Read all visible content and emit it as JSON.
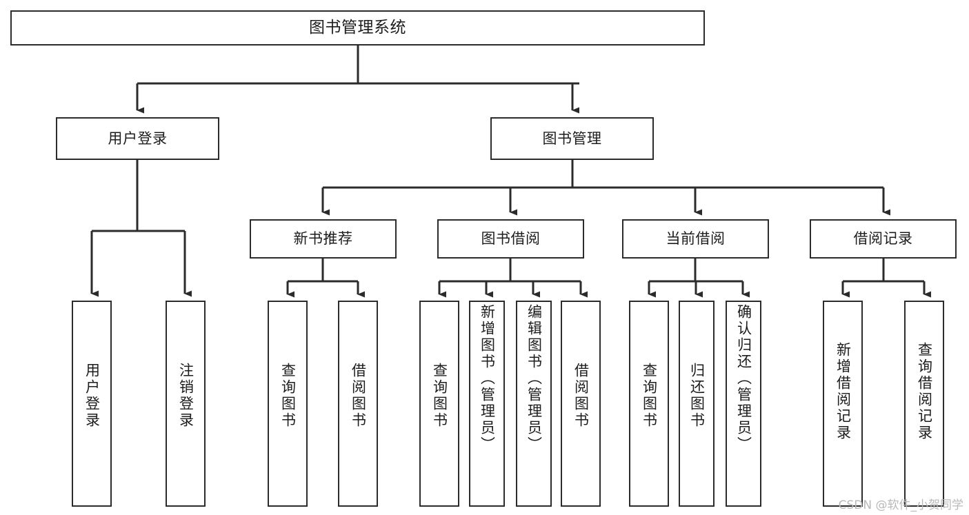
{
  "diagram": {
    "type": "tree-hierarchy-chart",
    "title": "图书管理系统",
    "background_color": "#ffffff",
    "line_color": "#2b2b2b",
    "box_border_color": "#2b2b2b",
    "text_color": "#1c1c1c",
    "levels": 4,
    "nodes": {
      "root": {
        "label": "图书管理系统",
        "level": 1
      },
      "user_login": {
        "label": "用户登录",
        "level": 2
      },
      "book_manage": {
        "label": "图书管理",
        "level": 2
      },
      "new_book_rec": {
        "label": "新书推荐",
        "level": 3
      },
      "book_borrow": {
        "label": "图书借阅",
        "level": 3
      },
      "current_borrow": {
        "label": "当前借阅",
        "level": 3
      },
      "borrow_record": {
        "label": "借阅记录",
        "level": 3
      },
      "leaf_user_login": {
        "label": "用户登录",
        "level": 4
      },
      "leaf_logout": {
        "label": "注销登录",
        "level": 4
      },
      "leaf_query_book_1": {
        "label": "查询图书",
        "level": 4
      },
      "leaf_borrow_book_1": {
        "label": "借阅图书",
        "level": 4
      },
      "leaf_query_book_2": {
        "label": "查询图书",
        "level": 4
      },
      "leaf_add_book": {
        "label": "新增图书（管理员）",
        "level": 4
      },
      "leaf_edit_book": {
        "label": "编辑图书（管理员）",
        "level": 4
      },
      "leaf_borrow_book_2": {
        "label": "借阅图书",
        "level": 4
      },
      "leaf_query_book_3": {
        "label": "查询图书",
        "level": 4
      },
      "leaf_return_book": {
        "label": "归还图书",
        "level": 4
      },
      "leaf_confirm_return": {
        "label": "确认归还（管理员）",
        "level": 4
      },
      "leaf_add_record": {
        "label": "新增借阅记录",
        "level": 4
      },
      "leaf_query_record": {
        "label": "查询借阅记录",
        "level": 4
      }
    },
    "edges": [
      {
        "from": "root",
        "to": "user_login"
      },
      {
        "from": "root",
        "to": "book_manage"
      },
      {
        "from": "user_login",
        "to": "leaf_user_login"
      },
      {
        "from": "user_login",
        "to": "leaf_logout"
      },
      {
        "from": "book_manage",
        "to": "new_book_rec"
      },
      {
        "from": "book_manage",
        "to": "book_borrow"
      },
      {
        "from": "book_manage",
        "to": "current_borrow"
      },
      {
        "from": "book_manage",
        "to": "borrow_record"
      },
      {
        "from": "new_book_rec",
        "to": "leaf_query_book_1"
      },
      {
        "from": "new_book_rec",
        "to": "leaf_borrow_book_1"
      },
      {
        "from": "book_borrow",
        "to": "leaf_query_book_2"
      },
      {
        "from": "book_borrow",
        "to": "leaf_add_book"
      },
      {
        "from": "book_borrow",
        "to": "leaf_edit_book"
      },
      {
        "from": "book_borrow",
        "to": "leaf_borrow_book_2"
      },
      {
        "from": "current_borrow",
        "to": "leaf_query_book_3"
      },
      {
        "from": "current_borrow",
        "to": "leaf_return_book"
      },
      {
        "from": "current_borrow",
        "to": "leaf_confirm_return"
      },
      {
        "from": "borrow_record",
        "to": "leaf_add_record"
      },
      {
        "from": "borrow_record",
        "to": "leaf_query_record"
      }
    ]
  },
  "watermark": {
    "text": "CSDN @软件_小贺同学",
    "color": "#b9b9b9"
  }
}
